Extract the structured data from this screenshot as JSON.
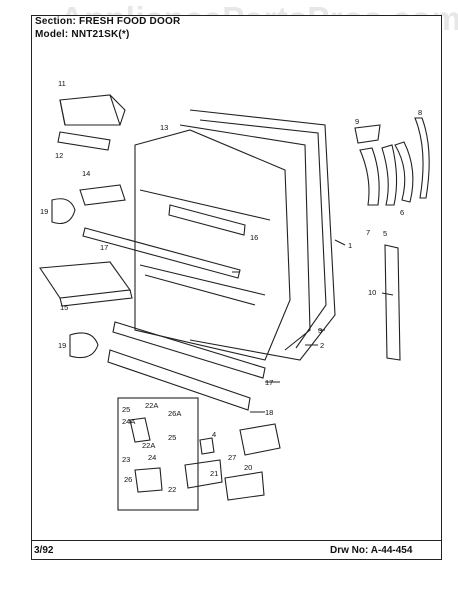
{
  "header": {
    "section": "Section: FRESH FOOD DOOR",
    "model": "Model: NNT21SK(*)"
  },
  "watermark": "AppliancePartsPros.com",
  "footer": {
    "date": "3/92",
    "drawing_no": "Drw No: A-44-454"
  },
  "callouts": [
    "11",
    "12",
    "13",
    "14",
    "19",
    "17",
    "16",
    "1",
    "15",
    "3",
    "2",
    "19",
    "17",
    "18",
    "9",
    "8",
    "7",
    "5",
    "6",
    "10",
    "25",
    "22A",
    "26A",
    "24A",
    "22A",
    "23",
    "25",
    "24",
    "26",
    "22",
    "4",
    "27",
    "21",
    "20"
  ]
}
